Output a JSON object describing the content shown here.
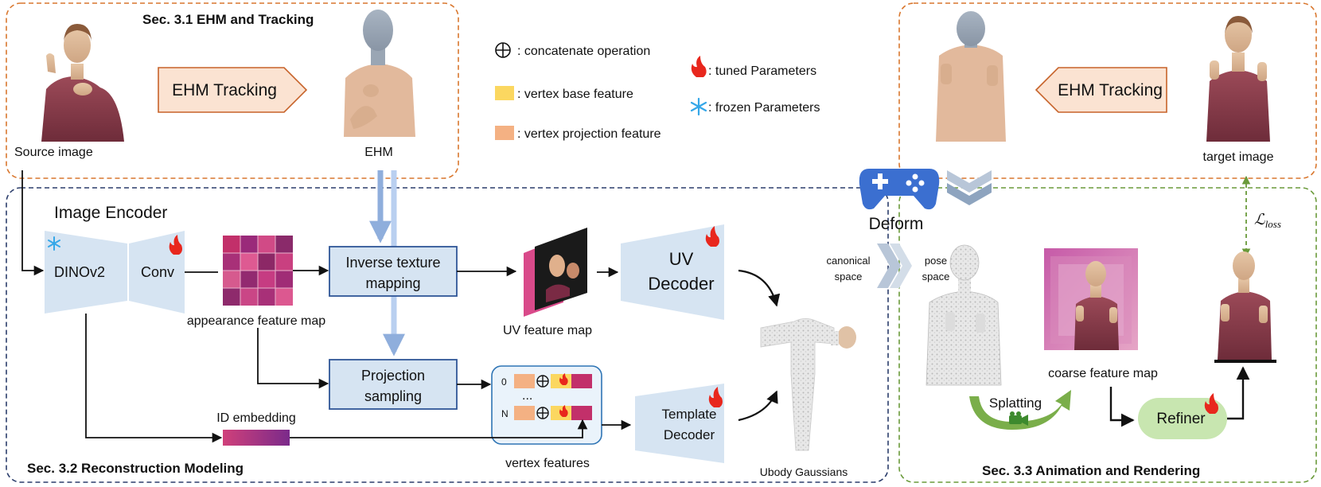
{
  "sections": {
    "ehm_tracking": "Sec. 3.1 EHM and Tracking",
    "reconstruction": "Sec. 3.2 Reconstruction Modeling",
    "animation": "Sec. 3.3 Animation and Rendering"
  },
  "legend": {
    "concat": ": concatenate operation",
    "base_feature": ": vertex base feature",
    "projection_feature": ": vertex projection feature",
    "tuned": ": tuned Parameters",
    "frozen": ": frozen Parameters"
  },
  "labels": {
    "source_image": "Source image",
    "ehm": "EHM",
    "ehm_tracking_left": "EHM Tracking",
    "ehm_tracking_right": "EHM Tracking",
    "target_image": "target image",
    "image_encoder": "Image Encoder",
    "dinov2": "DINOv2",
    "conv": "Conv",
    "appearance_feature_map": "appearance feature map",
    "inverse_texture_mapping_1": "Inverse texture",
    "inverse_texture_mapping_2": "mapping",
    "projection_sampling_1": "Projection",
    "projection_sampling_2": "sampling",
    "uv_feature_map": "UV feature map",
    "uv_decoder_1": "UV",
    "uv_decoder_2": "Decoder",
    "template_decoder_1": "Template",
    "template_decoder_2": "Decoder",
    "id_embedding": "ID embedding",
    "vertex_features": "vertex features",
    "row_0": "0",
    "row_n": "N",
    "ellipsis": "...",
    "ubody_gaussians": "Ubody Gaussians",
    "deform": "Deform",
    "canonical_space_1": "canonical",
    "canonical_space_2": "space",
    "pose_space_1": "pose",
    "pose_space_2": "space",
    "coarse_feature_map": "coarse feature map",
    "splatting": "Splatting",
    "refiner": "Refiner",
    "loss": "ℒ",
    "loss_sub": "loss"
  },
  "colors": {
    "orange_dash": "#d9772e",
    "navy_dash": "#2b3d6b",
    "green_dash": "#6a9a3a",
    "module_fill": "#d6e4f2",
    "module_stroke": "#2f5597",
    "tracking_fill": "#fbe3d2",
    "tracking_stroke": "#c7632a",
    "base_feature": "#fbd760",
    "projection_feature": "#f4b183",
    "magenta": "#c2306a",
    "refiner_fill": "#c8e6b0",
    "flame": "#e8271d",
    "snow": "#35a7e8"
  }
}
